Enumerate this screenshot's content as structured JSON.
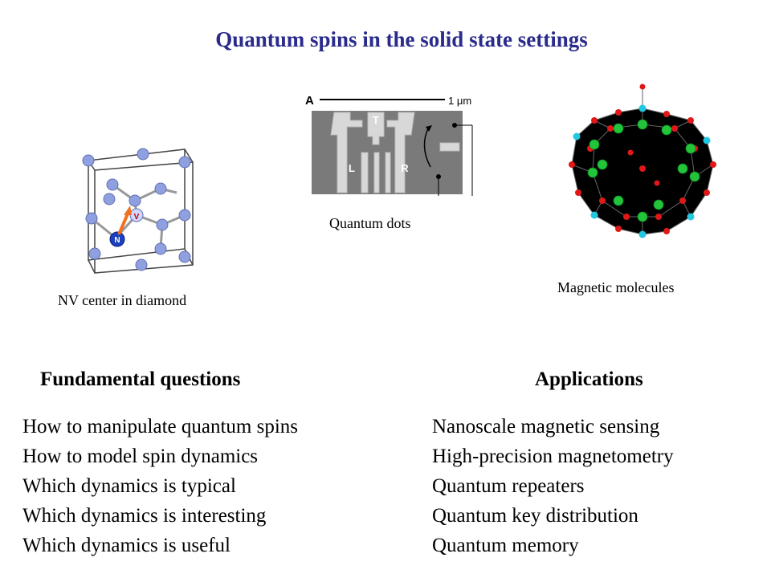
{
  "slide": {
    "title": "Quantum spins in the solid state settings"
  },
  "figures": {
    "nv_center": {
      "caption": "NV center in diamond",
      "atom_labels": [
        "V",
        "N"
      ],
      "icon": "diamond-lattice-icon"
    },
    "quantum_dots": {
      "caption": "Quantum dots",
      "panel_label": "A",
      "scale_label": "1 μm",
      "gate_labels": [
        "T",
        "L",
        "R"
      ],
      "icon": "quantum-dot-micrograph-icon"
    },
    "magnetic_molecules": {
      "caption": "Magnetic molecules",
      "icon": "magnetic-molecule-icon"
    }
  },
  "left_column": {
    "heading": "Fundamental questions",
    "items": [
      "How to manipulate quantum spins",
      "How to model spin dynamics",
      "Which dynamics is typical",
      "Which dynamics is interesting",
      "Which dynamics is useful"
    ]
  },
  "right_column": {
    "heading": "Applications",
    "items": [
      "Nanoscale magnetic sensing",
      "High-precision magnetometry",
      "Quantum repeaters",
      "Quantum key distribution",
      "Quantum memory"
    ]
  },
  "colors": {
    "title": "#2b2b8c",
    "atom": "#8fa0e0",
    "arrow": "#f07020",
    "n_atom": "#1a3fbf",
    "molecule_green": "#22c43a",
    "molecule_red": "#e01818",
    "molecule_cyan": "#22c8e0"
  }
}
